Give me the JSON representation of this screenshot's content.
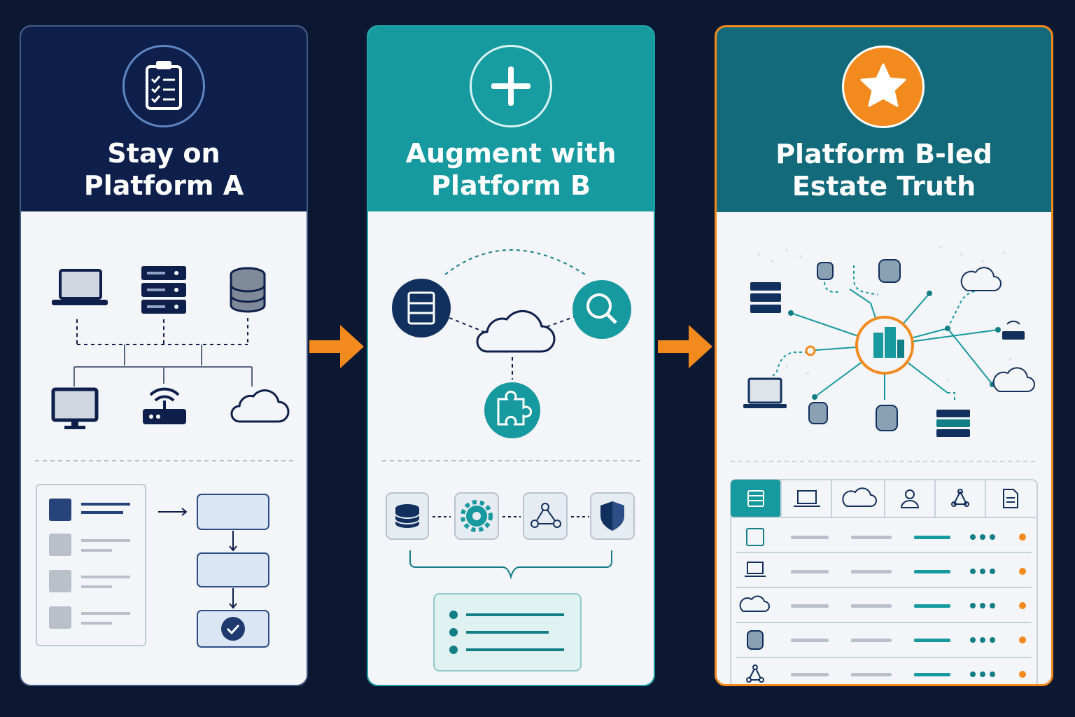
{
  "panels": [
    {
      "title_line1": "Stay on",
      "title_line2": "Platform A",
      "color": "#0d1f4a"
    },
    {
      "title_line1": "Augment with",
      "title_line2": "Platform B",
      "color": "#16999f"
    },
    {
      "title_line1": "Platform B-led",
      "title_line2": "Estate Truth",
      "color": "#126a7a",
      "accent": "#f28a1e"
    }
  ],
  "icons": {
    "panel1_badge": "clipboard-checklist-icon",
    "panel2_badge": "plus-icon",
    "panel3_badge": "star-icon",
    "arrows": "right-arrow-icon"
  },
  "panel3_table": {
    "tabs": [
      "server-icon",
      "laptop-icon",
      "cloud-icon",
      "user-icon",
      "network-icon",
      "document-icon"
    ],
    "rows": [
      "server-icon",
      "laptop-icon",
      "cloud-icon",
      "database-icon",
      "network-icon"
    ]
  }
}
